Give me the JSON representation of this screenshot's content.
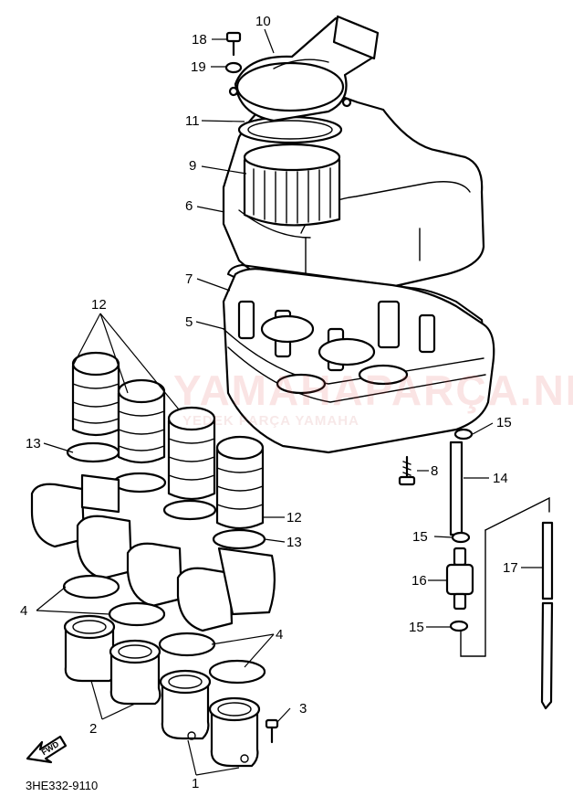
{
  "callouts": {
    "c1": "1",
    "c2": "2",
    "c3": "3",
    "c4a": "4",
    "c4b": "4",
    "c5": "5",
    "c6": "6",
    "c7": "7",
    "c8": "8",
    "c9": "9",
    "c10": "10",
    "c11": "11",
    "c12a": "12",
    "c12b": "12",
    "c13a": "13",
    "c13b": "13",
    "c14": "14",
    "c15a": "15",
    "c15b": "15",
    "c15c": "15",
    "c16": "16",
    "c17": "17",
    "c18": "18",
    "c19": "19"
  },
  "fwd_label": "FWD",
  "diagram_code": "3HE332-9110",
  "watermark": {
    "main": "YAMAHAPARÇA.NL",
    "sub": "YEDEK PARÇA YAMAHA"
  }
}
